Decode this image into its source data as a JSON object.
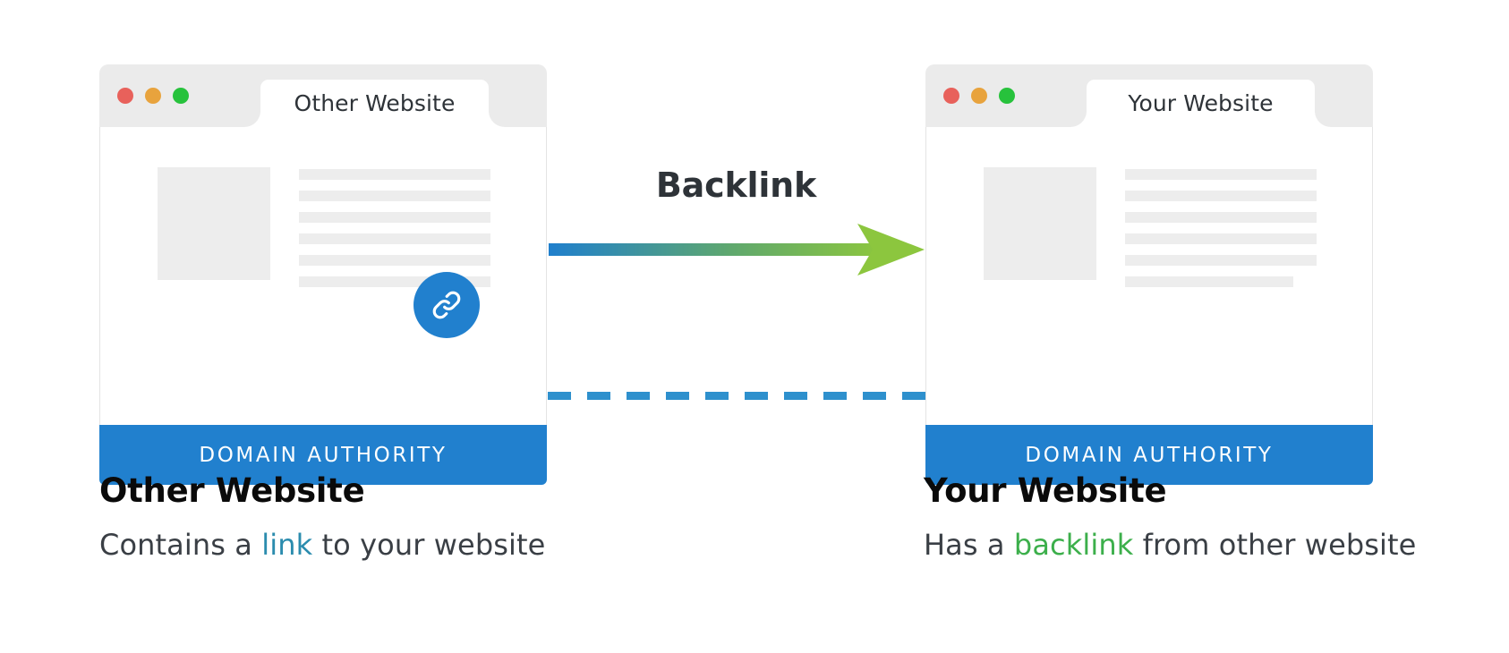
{
  "colors": {
    "brand_blue": "#2180CE",
    "dashed_blue": "#2E90CD",
    "arrow_start": "#1F7FCD",
    "arrow_end": "#8CC63E",
    "link_word": "#2B8CAE",
    "backlink_word": "#3CAF4B",
    "dot_red": "#E8615B",
    "dot_yellow": "#E8A33D",
    "dot_green": "#27C23C",
    "chrome_grey": "#EBEBEB",
    "placeholder_grey": "#EDEDED",
    "text_dark": "#2E3338"
  },
  "diagram": {
    "arrow_label": "Backlink",
    "arrow_direction": "left-to-right",
    "connector_style": "dashed",
    "icons": {
      "link": "link-icon",
      "dots": [
        "traffic-light-red",
        "traffic-light-yellow",
        "traffic-light-green"
      ]
    }
  },
  "panels": [
    {
      "id": "other-website",
      "side": "left",
      "tab_label": "Other Website",
      "domain_authority_label": "DOMAIN AUTHORITY",
      "has_link_badge": true,
      "placeholder_lines": 6,
      "caption_title": "Other Website",
      "caption_prefix": "Contains a ",
      "caption_keyword": "link",
      "caption_suffix": " to your website"
    },
    {
      "id": "your-website",
      "side": "right",
      "tab_label": "Your Website",
      "domain_authority_label": "DOMAIN AUTHORITY",
      "has_link_badge": false,
      "placeholder_lines": 6,
      "caption_title": "Your Website",
      "caption_prefix": "Has a ",
      "caption_keyword": "backlink",
      "caption_suffix": " from other website"
    }
  ]
}
